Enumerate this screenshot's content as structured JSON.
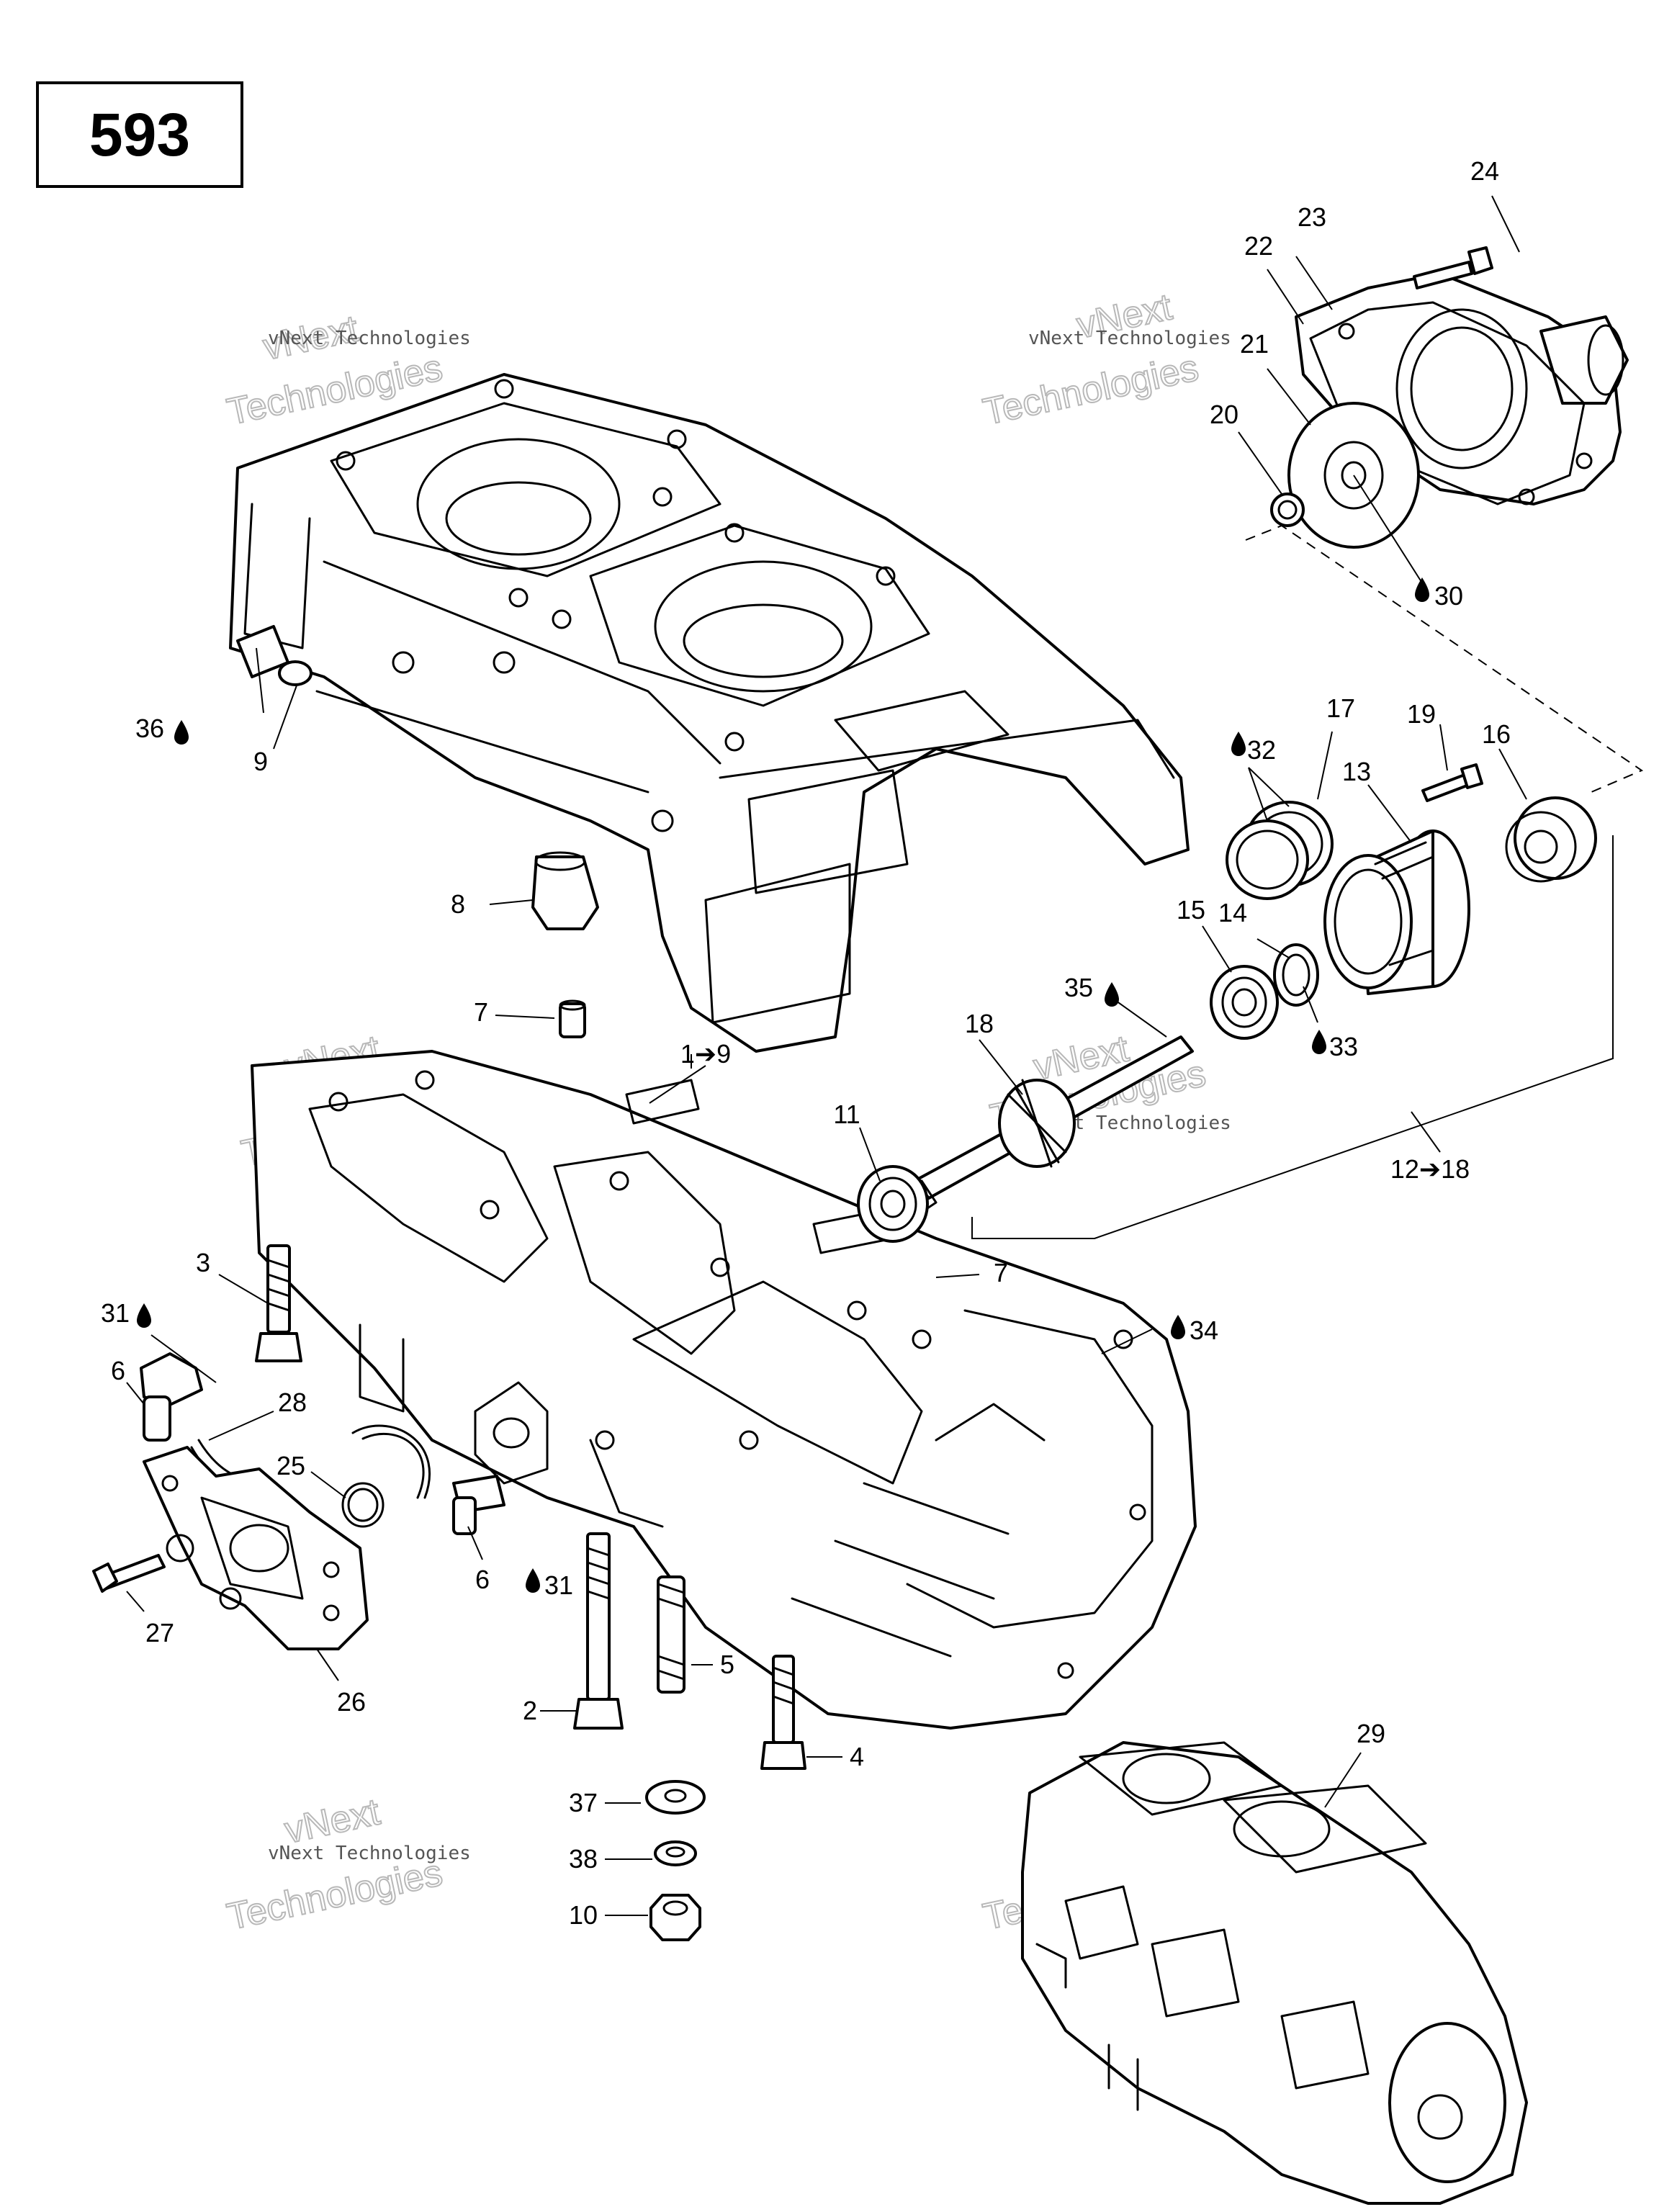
{
  "page_number": "593",
  "watermark": {
    "line1": "vNext",
    "line2": "vNext Technologies",
    "line3": "Technologies"
  },
  "labels": {
    "l1_9": "1➔9",
    "l2": "2",
    "l3": "3",
    "l4": "4",
    "l5": "5",
    "l6a": "6",
    "l6b": "6",
    "l7a": "7",
    "l7b": "7",
    "l8": "8",
    "l9": "9",
    "l10": "10",
    "l11": "11",
    "l12_18": "12➔18",
    "l13": "13",
    "l14": "14",
    "l15": "15",
    "l16": "16",
    "l17": "17",
    "l18": "18",
    "l19": "19",
    "l20": "20",
    "l21": "21",
    "l22": "22",
    "l23": "23",
    "l24": "24",
    "l25": "25",
    "l26": "26",
    "l27": "27",
    "l28": "28",
    "l29": "29",
    "l30": "30",
    "l31a": "31",
    "l31b": "31",
    "l32": "32",
    "l33": "33",
    "l34": "34",
    "l35": "35",
    "l36": "36",
    "l37": "37",
    "l38": "38"
  }
}
